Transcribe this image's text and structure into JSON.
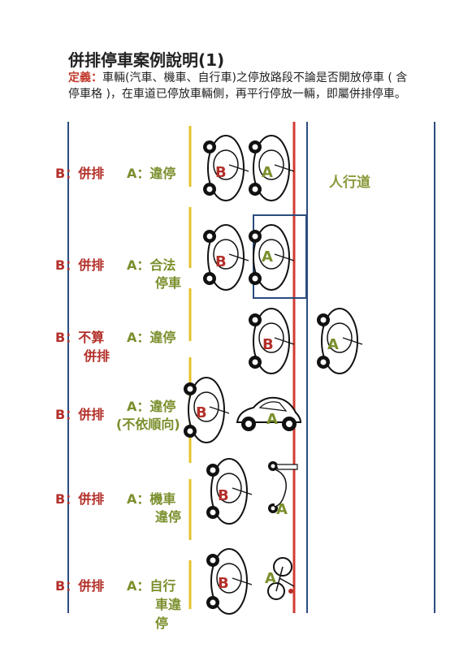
{
  "title": "併排停車案例說明(1)",
  "definition": {
    "label": "定義：",
    "text": "車輛(汽車、機車、自行車)之停放路段不論是否開放停車 ( 含停車格 )，在車道已停放車輛側，再平行停放一輛，即屬併排停車。"
  },
  "sidewalk_label": "人行道",
  "rows": [
    {
      "b_letter": "B",
      "b_text": "：併排",
      "a_letter": "A",
      "a_text": "：違停"
    },
    {
      "b_letter": "B",
      "b_text": "：併排",
      "a_letter": "A",
      "a_text": "：合法",
      "a_text2": "停車"
    },
    {
      "b_letter": "B",
      "b_text": "：不算",
      "b_text2": "併排",
      "a_letter": "A",
      "a_text": "：違停"
    },
    {
      "b_letter": "B",
      "b_text": "：併排",
      "a_letter": "A",
      "a_text": "：違停",
      "a_text2": "(不依順向)"
    },
    {
      "b_letter": "B",
      "b_text": "：併排",
      "a_letter": "A",
      "a_text": "：機車",
      "a_text2": "違停"
    },
    {
      "b_letter": "B",
      "b_text": "：併排",
      "a_letter": "A",
      "a_text": "：自行",
      "a_text2": "車違",
      "a_text3": "停"
    }
  ],
  "vehicle_letters": {
    "b": "B",
    "a": "A"
  },
  "colors": {
    "b_red": "#b3302a",
    "a_green": "#7a8f2c",
    "curb_red": "#d23b33",
    "lane_blue": "#2b4c7e",
    "lane_yellow": "#e6c229"
  }
}
